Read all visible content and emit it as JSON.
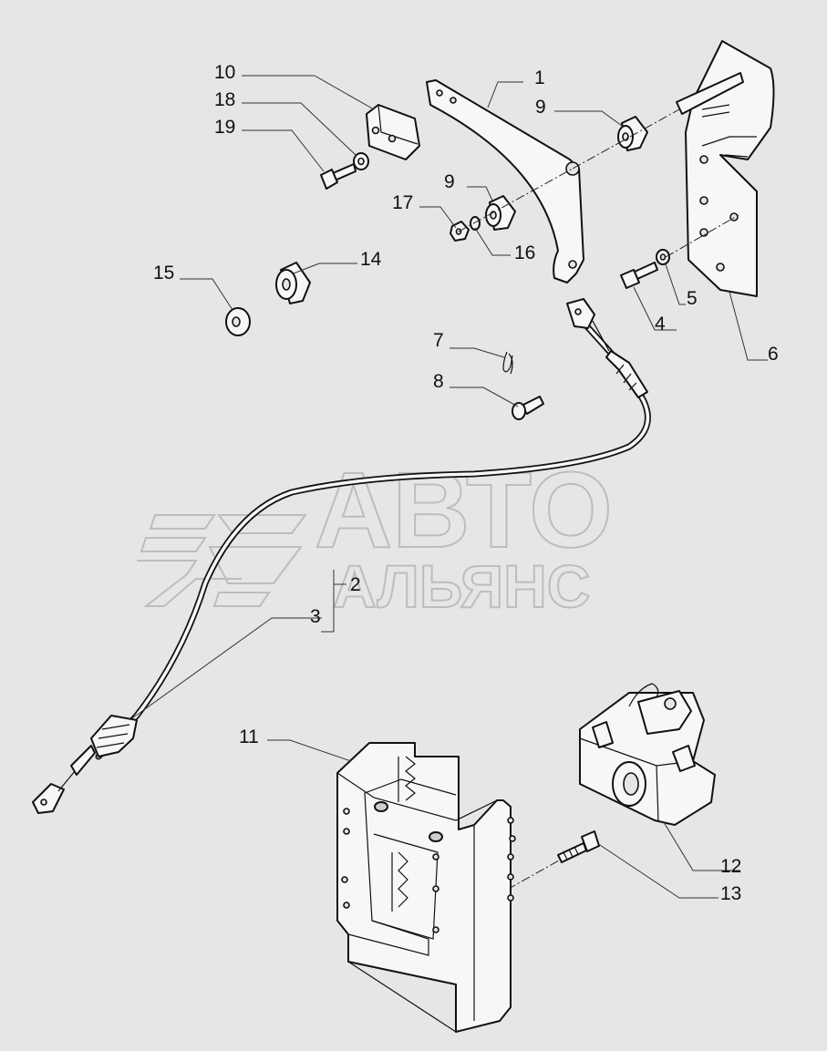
{
  "watermark": {
    "line1": "АВТО",
    "line2": "АЛЬЯНС"
  },
  "callouts": [
    {
      "id": "c1",
      "label": "1"
    },
    {
      "id": "c2",
      "label": "2"
    },
    {
      "id": "c3",
      "label": "3"
    },
    {
      "id": "c4",
      "label": "4"
    },
    {
      "id": "c5",
      "label": "5"
    },
    {
      "id": "c6",
      "label": "6"
    },
    {
      "id": "c7",
      "label": "7"
    },
    {
      "id": "c8",
      "label": "8"
    },
    {
      "id": "c9a",
      "label": "9"
    },
    {
      "id": "c9b",
      "label": "9"
    },
    {
      "id": "c10",
      "label": "10"
    },
    {
      "id": "c11",
      "label": "11"
    },
    {
      "id": "c12",
      "label": "12"
    },
    {
      "id": "c13",
      "label": "13"
    },
    {
      "id": "c14",
      "label": "14"
    },
    {
      "id": "c15",
      "label": "15"
    },
    {
      "id": "c16",
      "label": "16"
    },
    {
      "id": "c17",
      "label": "17"
    },
    {
      "id": "c18",
      "label": "18"
    },
    {
      "id": "c19",
      "label": "19"
    }
  ]
}
